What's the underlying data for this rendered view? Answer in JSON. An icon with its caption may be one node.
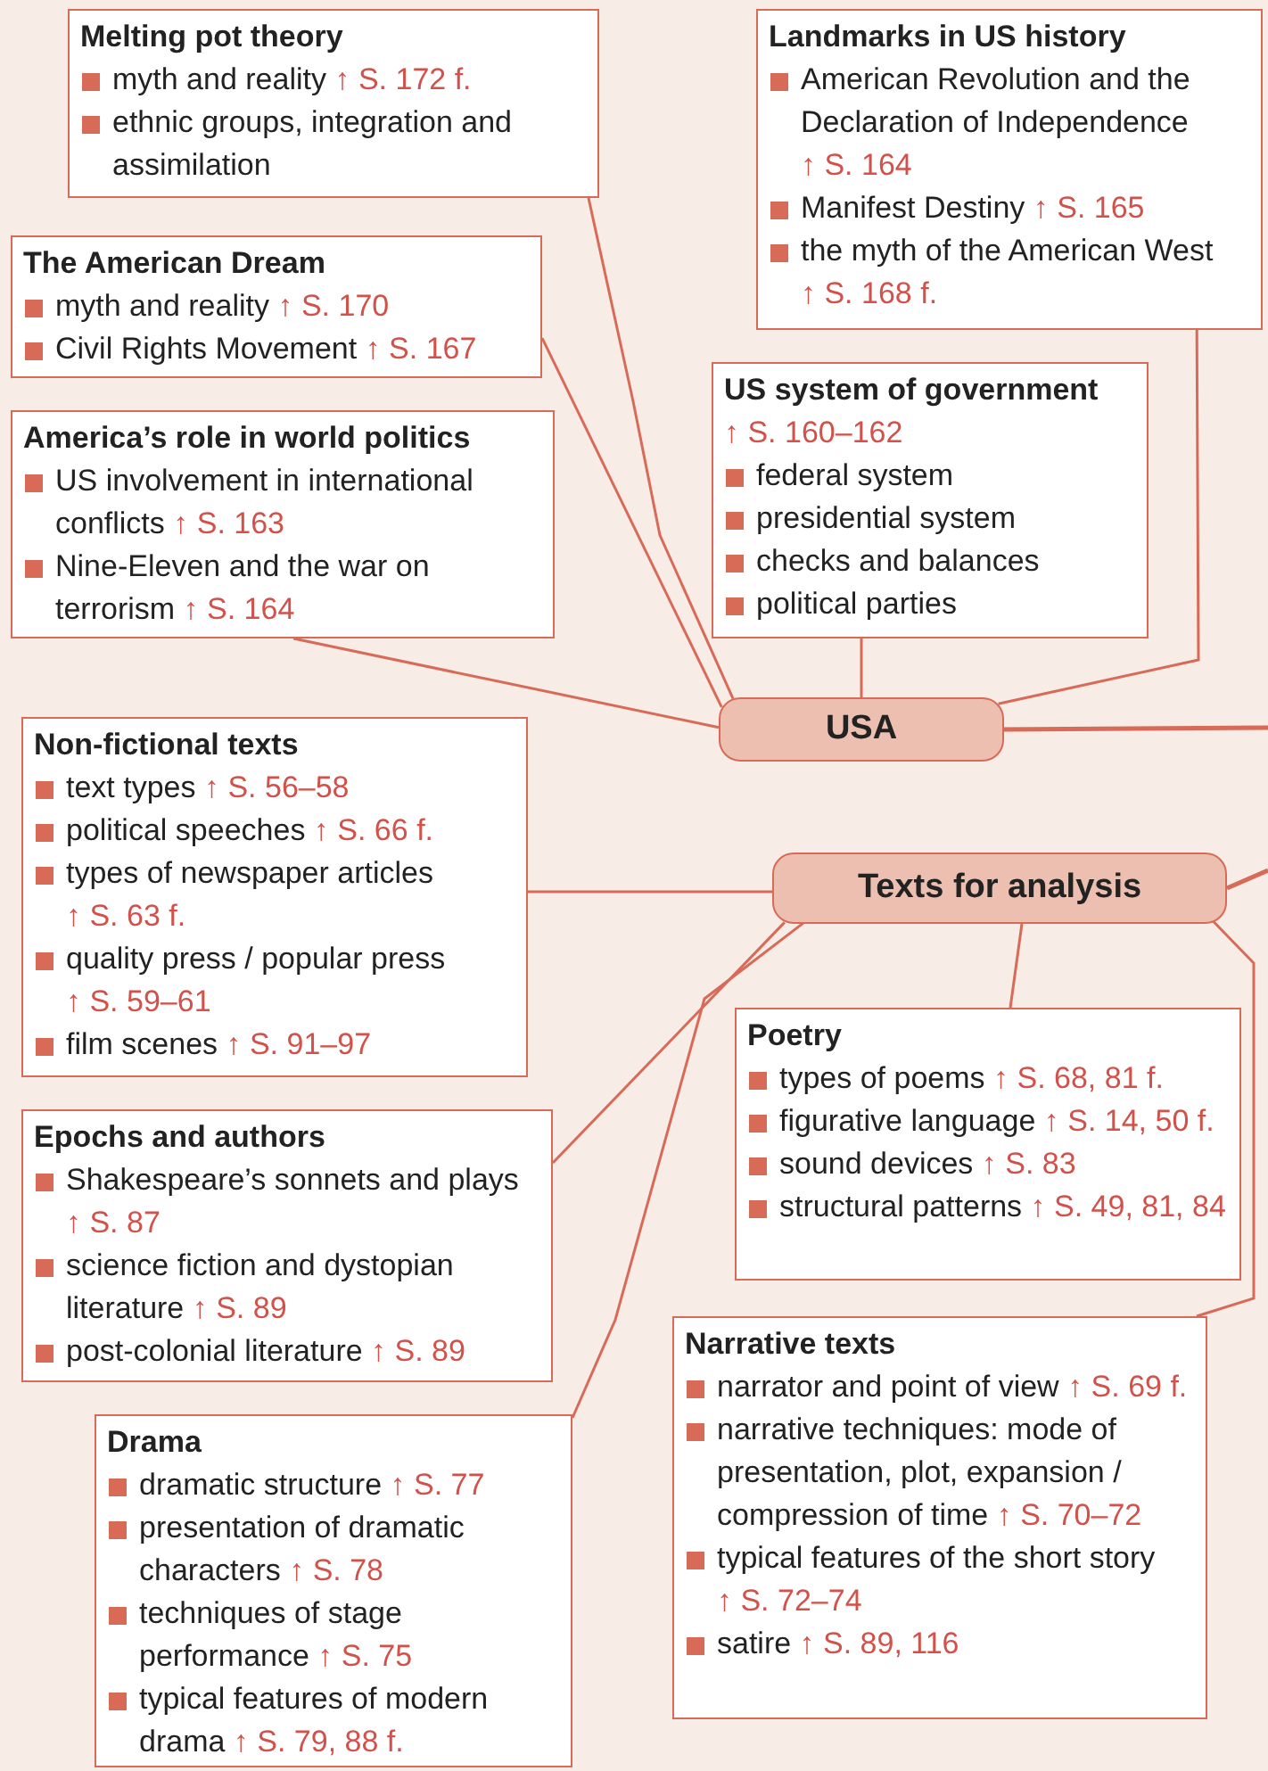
{
  "diagram": {
    "nodes": [
      {
        "text": [
          "Melting pot theory",
          "myth and reality ↑ S. 172 f.",
          "ethnic groups, integration and assimilation"
        ]
      },
      {
        "text": [
          "The American Dream",
          "myth and reality ↑ S. 170",
          "Civil Rights Movement ↑ S. 167"
        ]
      },
      {
        "text": [
          "America’s role in world politics",
          "US involvement in international conflicts ↑ S. 163",
          "Nine-Eleven and the war on terrorism ↑ S. 164"
        ]
      },
      {
        "text": [
          "Landmarks in US history",
          "American Revolution and the Declaration of Independence ↑ S. 164",
          "Manifest Destiny ↑ S. 165",
          "the myth of the American West ↑ S. 168 f."
        ]
      },
      {
        "text": [
          "US system of government",
          "↑ S. 160–162",
          "federal system",
          "presidential system",
          "checks and balances",
          "political parties"
        ]
      },
      {
        "text": [
          "USA"
        ]
      },
      {
        "text": [
          "Non-fictional texts",
          "text types ↑ S. 56–58",
          "political speeches ↑ S. 66 f.",
          "types of newspaper articles ↑ S. 63 f.",
          "quality press / popular press ↑ S. 59–61",
          "film scenes ↑ S. 91–97"
        ]
      },
      {
        "text": [
          "Texts for analysis"
        ]
      },
      {
        "text": [
          "Poetry",
          "types of poems ↑ S. 68, 81 f.",
          "figurative language ↑ S. 14, 50 f.",
          "sound devices ↑ S. 83",
          "structural patterns ↑ S. 49, 81, 84"
        ]
      },
      {
        "text": [
          "Epochs and authors",
          "Shakespeare’s sonnets and plays ↑ S. 87",
          "science fiction and dystopian literature ↑ S. 89",
          "post-colonial literature ↑ S. 89"
        ]
      },
      {
        "text": [
          "Narrative texts",
          "narrator and point of view ↑ S. 69 f.",
          "narrative techniques: mode of presentation, plot, expansion / compression of time ↑ S. 70–72",
          "typical features of the short story ↑ S. 72–74",
          "satire ↑ S. 89, 116"
        ]
      },
      {
        "text": [
          "Drama",
          "dramatic structure ↑ S. 77",
          "presentation of dramatic characters ↑ S. 78",
          "techniques of stage performance ↑ S. 75",
          "typical features of modern drama ↑ S. 79, 88 f."
        ]
      }
    ],
    "edges": [
      {
        "from": 0,
        "to": 5,
        "arrow": "none"
      },
      {
        "from": 1,
        "to": 5,
        "arrow": "none"
      },
      {
        "from": 2,
        "to": 5,
        "arrow": "none"
      },
      {
        "from": 3,
        "to": 5,
        "arrow": "none"
      },
      {
        "from": 4,
        "to": 5,
        "arrow": "none"
      },
      {
        "from": 5,
        "to": null,
        "arrow": "none"
      },
      {
        "from": 6,
        "to": 7,
        "arrow": "none"
      },
      {
        "from": 9,
        "to": 7,
        "arrow": "none"
      },
      {
        "from": 11,
        "to": 7,
        "arrow": "none"
      },
      {
        "from": 8,
        "to": 7,
        "arrow": "none"
      },
      {
        "from": 10,
        "to": 7,
        "arrow": "none"
      },
      {
        "from": 7,
        "to": null,
        "arrow": "none"
      }
    ]
  }
}
